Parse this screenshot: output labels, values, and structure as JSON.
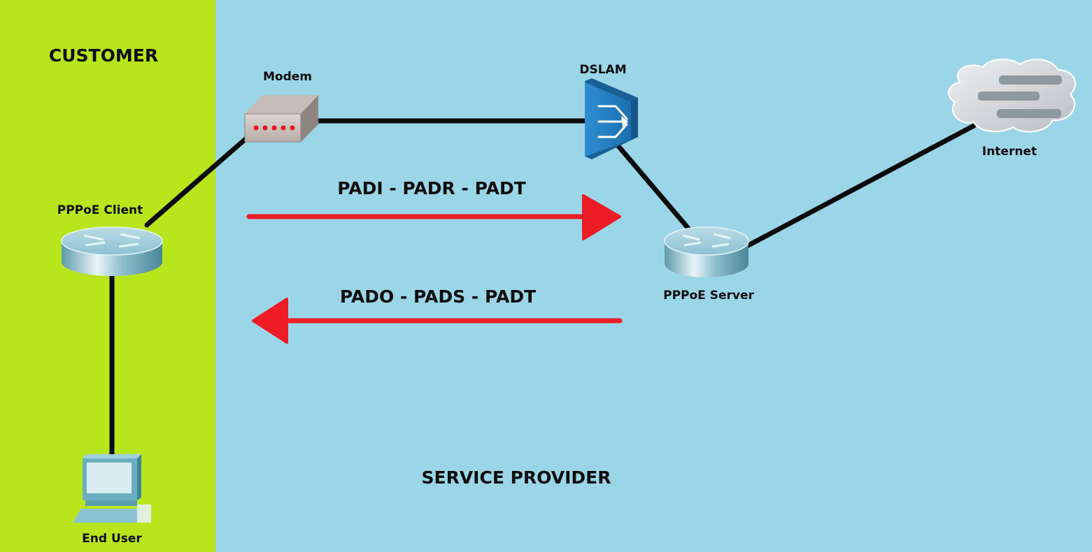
{
  "zones": {
    "customer": {
      "label": "CUSTOMER",
      "color": "#b8e51c"
    },
    "provider": {
      "label": "SERVICE PROVIDER",
      "color": "#9bd6e8"
    }
  },
  "devices": {
    "modem": {
      "label": "Modem",
      "icon": "modem-icon"
    },
    "dslam": {
      "label": "DSLAM",
      "icon": "dslam-icon"
    },
    "internet": {
      "label": "Internet",
      "icon": "cloud-icon"
    },
    "pppoe_client": {
      "label": "PPPoE Client",
      "icon": "router-icon"
    },
    "pppoe_server": {
      "label": "PPPoE Server",
      "icon": "router-icon"
    },
    "end_user": {
      "label": "End User",
      "icon": "computer-icon"
    }
  },
  "links": [
    {
      "from": "end_user",
      "to": "pppoe_client"
    },
    {
      "from": "pppoe_client",
      "to": "modem"
    },
    {
      "from": "modem",
      "to": "dslam"
    },
    {
      "from": "dslam",
      "to": "pppoe_server"
    },
    {
      "from": "pppoe_server",
      "to": "internet"
    }
  ],
  "messages": {
    "client_to_server": {
      "label": "PADI - PADR - PADT",
      "direction": "right",
      "color": "#ee1c25"
    },
    "server_to_client": {
      "label": "PADO - PADS - PADT",
      "direction": "left",
      "color": "#ee1c25"
    }
  },
  "colors": {
    "link": "#0a0a0a",
    "arrow": "#ee1c25"
  }
}
